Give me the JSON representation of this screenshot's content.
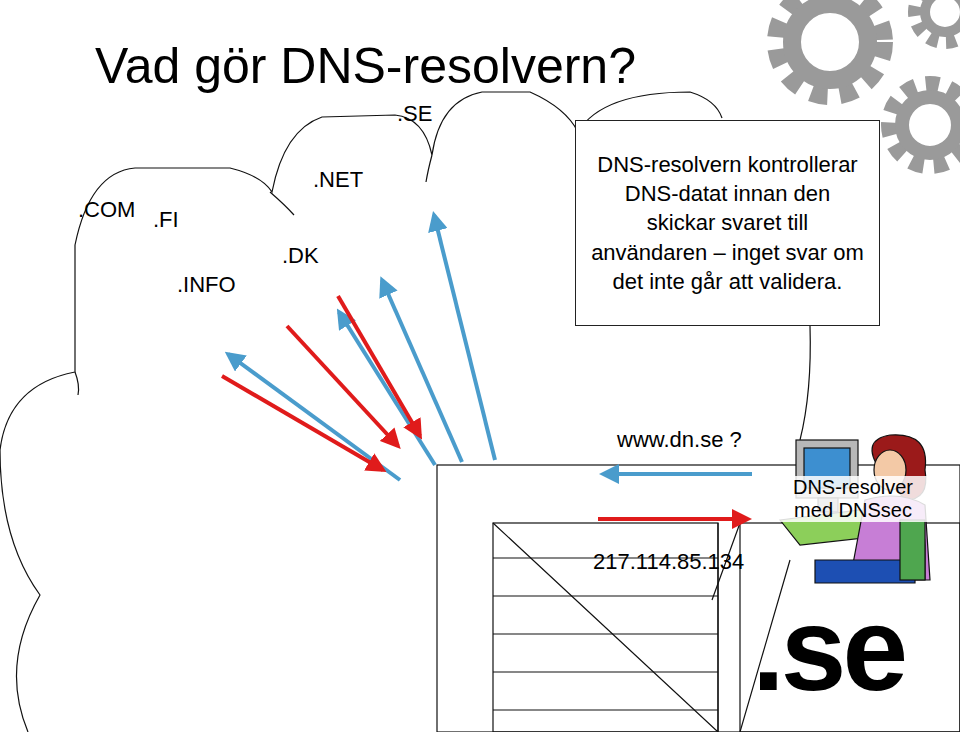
{
  "diagram": {
    "title": "Vad gör DNS-resolvern?",
    "nodes": [
      {
        "text": [
          "DNS-resolvern kontrollerar DNS-datat innan den skickar svaret till användaren – inget svar om det inte går att validera."
        ]
      }
    ],
    "labels": [
      ".SE",
      ".NET",
      ".COM",
      ".FI",
      ".DK",
      ".INFO",
      "www.dn.se ?",
      "DNS-resolver med DNSsec",
      "217.114.85.134",
      ".se"
    ]
  }
}
